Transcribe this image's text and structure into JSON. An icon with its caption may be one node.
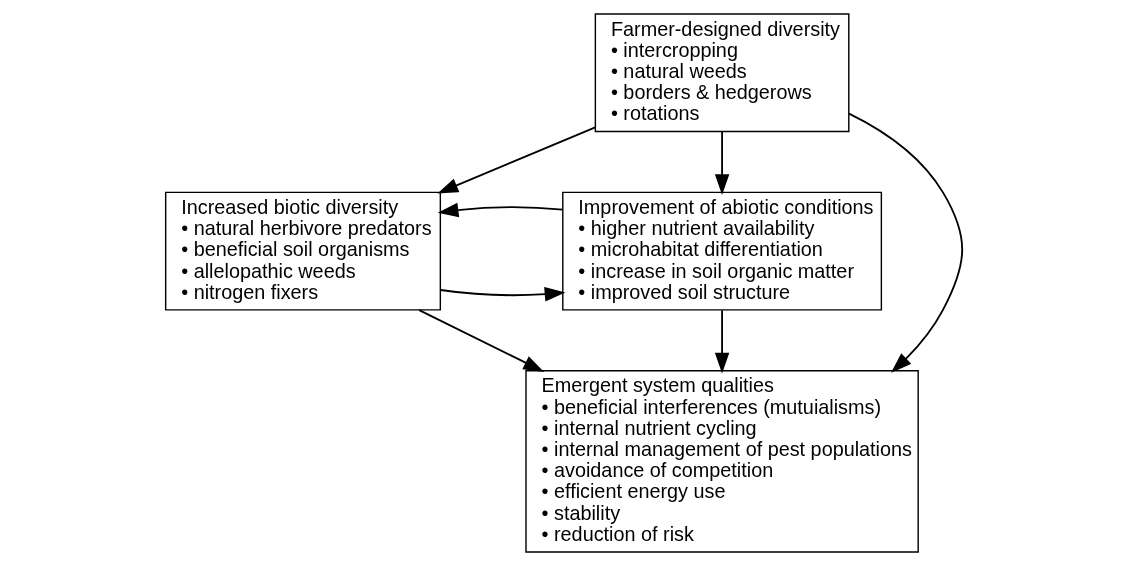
{
  "diagram": {
    "nodes": [
      {
        "text": [
          "Farmer-designed diversity",
          "• intercropping",
          "• natural weeds",
          "• borders & hedgerows",
          "• rotations"
        ]
      },
      {
        "text": [
          "Increased biotic diversity",
          "• natural herbivore predators",
          "• beneficial soil organisms",
          "• allelopathic weeds",
          "• nitrogen fixers"
        ]
      },
      {
        "text": [
          "Improvement of abiotic conditions",
          "• higher nutrient availability",
          "• microhabitat differentiation",
          "• increase in soil organic matter",
          "• improved soil structure"
        ]
      },
      {
        "text": [
          "Emergent system qualities",
          "• beneficial interferences (mutuialisms)",
          "• internal nutrient cycling",
          "• internal management of pest populations",
          "• avoidance of competition",
          "• efficient energy use",
          "• stability",
          "• reduction of risk"
        ]
      }
    ],
    "edges": [
      {
        "from": 0,
        "to": 1,
        "arrow": "to"
      },
      {
        "from": 0,
        "to": 2,
        "arrow": "to"
      },
      {
        "from": 0,
        "to": 3,
        "arrow": "to"
      },
      {
        "from": 1,
        "to": 2,
        "arrow": "to"
      },
      {
        "from": 2,
        "to": 1,
        "arrow": "to"
      },
      {
        "from": 1,
        "to": 3,
        "arrow": "to"
      },
      {
        "from": 2,
        "to": 3,
        "arrow": "to"
      }
    ]
  }
}
